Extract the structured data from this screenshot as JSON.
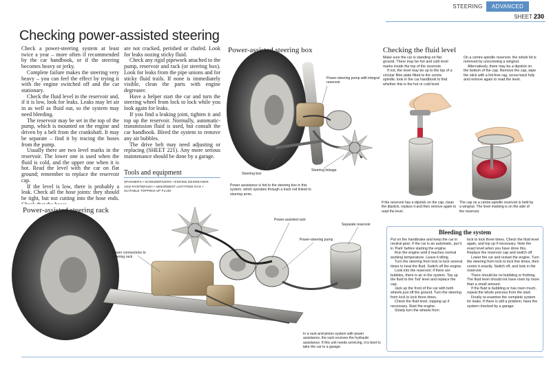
{
  "header": {
    "tab_steering": "STEERING",
    "tab_advanced": "ADVANCED",
    "sheet_label": "SHEET",
    "sheet_number": "230"
  },
  "title": "Checking power-assisted steering",
  "intro": {
    "col1": [
      "Check a power-steering system at least twice a year – more often if recommended by the car handbook, or if the steering becomes heavy or jerky.",
      "Complete failure makes the steering very heavy – you can feel the effect by trying it with the engine switched off and the car stationary.",
      "Check the fluid level in the reservoir and, if it is low, look for leaks. Leaks may let air in as well as fluid out, so the system may need bleeding.",
      "The reservoir may be set in the top of the pump, which is mounted on the engine and driven by a belt from the crankshaft. It may be separate – find it by tracing the hoses from the pump.",
      "Usually there are two level marks in the reservoir. The lower one is used when the fluid is cold, and the upper one when it is hot. Read the level with the car on flat ground; remember to replace the reservoir cap.",
      "If the level is low, there is probably a leak. Check all the hose joints: they should be tight, but not cutting into the hose ends. Check that the hoses"
    ],
    "col2": [
      "are not cracked, perished or chafed. Look for leaks oozing sticky fluid.",
      "Check any rigid pipework attached to the pump, reservoir and rack (or steering box). Look for leaks from the pipe unions and for sticky fluid trails. If none is immediately visible, clean the parts with engine degreaser.",
      "Have a helper start the car and turn the steering wheel from lock to lock while you look again for leaks.",
      "If you find a leaking joint, tighten it and top up the reservoir. Normally, automatic-transmission fluid is used, but consult the car handbook. Bleed the system to remove any air bubbles.",
      "The drive belt may need adjusting or replacing (SHEET 221). Any more serious maintenance should be done by a garage."
    ]
  },
  "tools": {
    "heading": "Tools and equipment",
    "items": [
      "SPANNERS",
      "SCREWDRIVERS",
      "ENGINE DEGREASER",
      "AND PAINTBRUSH",
      "ABSORBENT LINT-FREE RAG",
      "SUITABLE TOPPING-UP FLUID"
    ]
  },
  "rack": {
    "heading": "Power-assisted steering rack",
    "label_rack": "Power-assisted rack",
    "label_pump": "Power-steering pump",
    "label_reservoir": "Separate reservoir",
    "label_connections": "Power connections to steering rack",
    "caption": "In a rack-and-pinion system with power assistance, the rack receives the hydraulic assistance. If this unit needs servicing, it is best to take the car to a garage."
  },
  "box": {
    "heading": "Power-assisted steering box",
    "label_pump": "Power-steering pump with integral reservoir.",
    "label_box": "Steering box",
    "label_linkage": "Steering linkage",
    "caption": "Power assistance is fed to the steering box in this system, which operates through a track rod linked to steering arms."
  },
  "fluid": {
    "heading": "Checking the fluid level",
    "col1": [
      "Make sure the car is standing on flat ground. There may be hot and cold level marks inside the top of the reservoir.",
      "If not, the level may be up to the top of a circular filter plate fitted to the centre spindle; look in the car handbook to find whether this is the hot or cold level."
    ],
    "col2": [
      "On a centre-spindle reservoir, the whole lid is removed by unscrewing a wingnut.",
      "Alternatively, there may be a dipstick on the bottom of the cap. Remove the cap, wipe the stick with a lint-free rag, screw back fully and remove again to read the level."
    ],
    "caption_dipstick": "If the reservoir has a dipstick on the cap, clean the dipstick, replace it and then remove again to read the level.",
    "caption_wingnut": "The cap on a centre-spindle reservoir is held by a wingnut. The level marking is on the side of the reservoir."
  },
  "bleeding": {
    "heading": "Bleeding the system",
    "col1": [
      "Put on the handbrake and keep the car in neutral gear; if the car is an automatic, put it in 'Park' before starting the engine.",
      "Run the engine until it reaches normal working temperature. Leave it idling.",
      "Turn the steering from lock to lock several times to heat the fluid. Switch off the engine.",
      "Look into the reservoir; if there are bubbles, there is air in the system. Top up the fluid to the 'hot' level and replace the cap.",
      "Jack up the front of the car with both wheels just off the ground. Turn the steering from lock to lock three times.",
      "Check the fluid level, topping up if necessary. Start the engine.",
      "Slowly turn the wheels from"
    ],
    "col2": [
      "lock to lock three times. Check the fluid level again, and top up if necessary. Note the exact level when you have done this. Replace the reservoir cap and switch off.",
      "Lower the car and restart the engine. Turn the steering from lock to lock five times, then centre it exactly. Switch off, and look in the reservoir.",
      "There should be no bubbling or frothing. The fluid level should not have risen by more than a small amount.",
      "If the fluid is bubbling or has risen much, repeat the whole process from the start.",
      "Finally re-examine the complete system for leaks. If there is still a problem, have the system checked by a garage."
    ]
  },
  "colors": {
    "accent_blue": "#5b8fc4",
    "rule_blue": "#9bb7d6",
    "fluid_red": "#c0283a"
  }
}
